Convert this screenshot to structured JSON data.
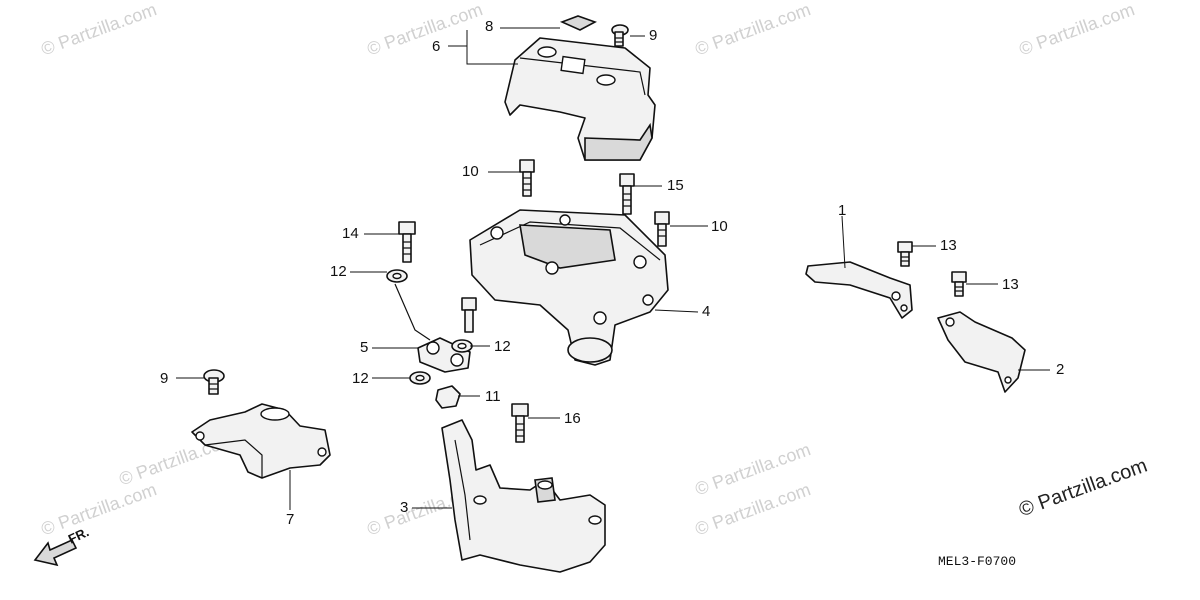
{
  "callouts": [
    {
      "label": "8"
    },
    {
      "label": "9"
    },
    {
      "label": "6"
    },
    {
      "label": "10"
    },
    {
      "label": "15"
    },
    {
      "label": "10"
    },
    {
      "label": "14"
    },
    {
      "label": "12"
    },
    {
      "label": "1"
    },
    {
      "label": "13"
    },
    {
      "label": "13"
    },
    {
      "label": "4"
    },
    {
      "label": "5"
    },
    {
      "label": "12"
    },
    {
      "label": "12"
    },
    {
      "label": "11"
    },
    {
      "label": "9"
    },
    {
      "label": "16"
    },
    {
      "label": "2"
    },
    {
      "label": "7"
    },
    {
      "label": "3"
    }
  ],
  "watermark": "© Partzilla.com",
  "copyright": "© Partzilla.com",
  "diagram_code": "MEL3-F0700",
  "direction_label": "FR."
}
